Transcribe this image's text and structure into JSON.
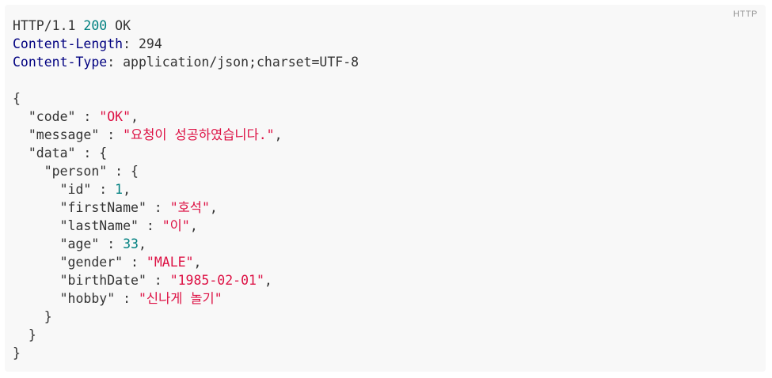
{
  "page": {
    "background": "#ffffff"
  },
  "code_block": {
    "language_label": "HTTP",
    "background": "#f8f8f8",
    "colors": {
      "plain": "#333333",
      "attribute": "#000080",
      "number": "#008080",
      "string": "#dd1144",
      "label": "#999999"
    },
    "http_response": {
      "status_line": "HTTP/1.1 200 OK",
      "status_code": "200",
      "headers": [
        {
          "name": "Content-Length",
          "value": "294"
        },
        {
          "name": "Content-Type",
          "value": "application/json;charset=UTF-8"
        }
      ],
      "body": {
        "code": "OK",
        "message": "요청이 성공하였습니다.",
        "data": {
          "person": {
            "id": 1,
            "firstName": "호석",
            "lastName": "이",
            "age": 33,
            "gender": "MALE",
            "birthDate": "1985-02-01",
            "hobby": "신나게 놀기"
          }
        }
      }
    },
    "lines": [
      [
        {
          "t": "plain",
          "v": "HTTP/1.1 "
        },
        {
          "t": "number",
          "v": "200"
        },
        {
          "t": "plain",
          "v": " OK"
        }
      ],
      [
        {
          "t": "attribute",
          "v": "Content-Length"
        },
        {
          "t": "plain",
          "v": ": 294"
        }
      ],
      [
        {
          "t": "attribute",
          "v": "Content-Type"
        },
        {
          "t": "plain",
          "v": ": application/json;charset=UTF-8"
        }
      ],
      [],
      [
        {
          "t": "plain",
          "v": "{"
        }
      ],
      [
        {
          "t": "plain",
          "v": "  \"code\" : "
        },
        {
          "t": "string",
          "v": "\"OK\""
        },
        {
          "t": "plain",
          "v": ","
        }
      ],
      [
        {
          "t": "plain",
          "v": "  \"message\" : "
        },
        {
          "t": "string",
          "v": "\"요청이 성공하였습니다.\""
        },
        {
          "t": "plain",
          "v": ","
        }
      ],
      [
        {
          "t": "plain",
          "v": "  \"data\" : {"
        }
      ],
      [
        {
          "t": "plain",
          "v": "    \"person\" : {"
        }
      ],
      [
        {
          "t": "plain",
          "v": "      \"id\" : "
        },
        {
          "t": "number",
          "v": "1"
        },
        {
          "t": "plain",
          "v": ","
        }
      ],
      [
        {
          "t": "plain",
          "v": "      \"firstName\" : "
        },
        {
          "t": "string",
          "v": "\"호석\""
        },
        {
          "t": "plain",
          "v": ","
        }
      ],
      [
        {
          "t": "plain",
          "v": "      \"lastName\" : "
        },
        {
          "t": "string",
          "v": "\"이\""
        },
        {
          "t": "plain",
          "v": ","
        }
      ],
      [
        {
          "t": "plain",
          "v": "      \"age\" : "
        },
        {
          "t": "number",
          "v": "33"
        },
        {
          "t": "plain",
          "v": ","
        }
      ],
      [
        {
          "t": "plain",
          "v": "      \"gender\" : "
        },
        {
          "t": "string",
          "v": "\"MALE\""
        },
        {
          "t": "plain",
          "v": ","
        }
      ],
      [
        {
          "t": "plain",
          "v": "      \"birthDate\" : "
        },
        {
          "t": "string",
          "v": "\"1985-02-01\""
        },
        {
          "t": "plain",
          "v": ","
        }
      ],
      [
        {
          "t": "plain",
          "v": "      \"hobby\" : "
        },
        {
          "t": "string",
          "v": "\"신나게 놀기\""
        }
      ],
      [
        {
          "t": "plain",
          "v": "    }"
        }
      ],
      [
        {
          "t": "plain",
          "v": "  }"
        }
      ],
      [
        {
          "t": "plain",
          "v": "}"
        }
      ]
    ]
  }
}
